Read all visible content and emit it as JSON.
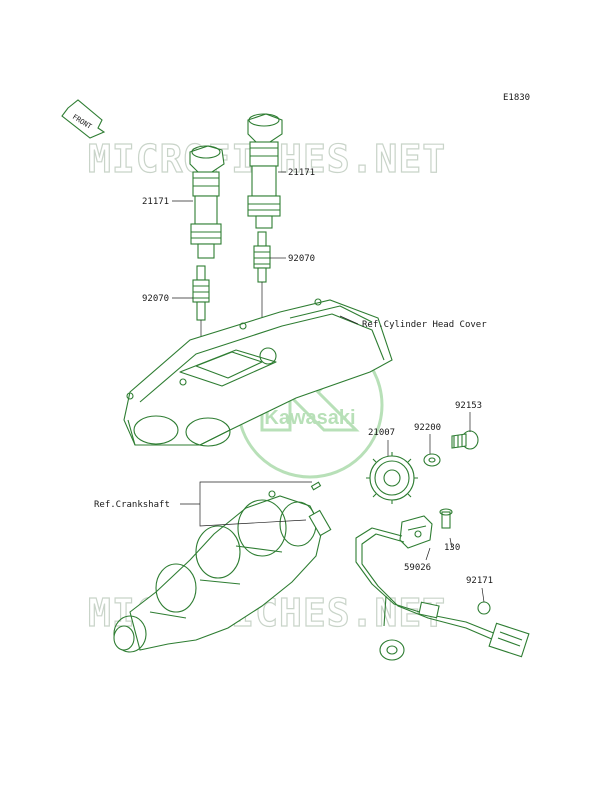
{
  "diagram": {
    "code": "E1830",
    "front_label": "FRONT",
    "watermark": "MICROFICHES.NET",
    "logo_text": "Kawasaki",
    "colors": {
      "line": "#2e7d32",
      "label": "#1a1a1a",
      "watermark": "#c9d4c9",
      "logo": "#7fc87f"
    },
    "labels": {
      "coil_left": "21171",
      "coil_right": "21171",
      "plug_right": "92070",
      "plug_left": "92070",
      "cylinder_head_cover": "Ref.Cylinder Head Cover",
      "rotor": "21007",
      "washer": "92200",
      "bolt": "92153",
      "crankshaft": "Ref.Crankshaft",
      "sensor_bolt": "130",
      "sensor": "59026",
      "clamp": "92171"
    }
  }
}
